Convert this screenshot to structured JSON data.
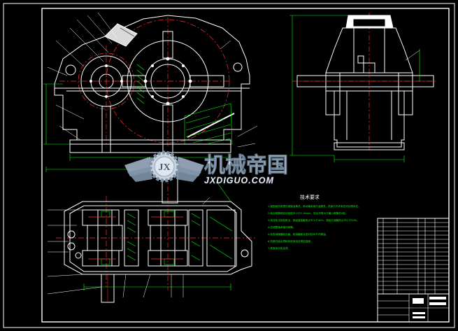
{
  "watermark": {
    "logo_mark": "JX",
    "name_cn": "机械帝国",
    "domain": "JXDIGUO.COM"
  },
  "notes": {
    "title": "技术要求",
    "lines": [
      "1.装配前所有零件用煤油清洗，滚动轴承用汽油清洗，机体内不许有任何杂物存在。",
      "2.啮合侧隙用铅丝检验不小于0.16mm，铅丝不得大于最小侧隙的4倍。",
      "3.用涂色法检验斑点，按齿高接触斑点不小于40%，按齿长接触斑点不小于50%。",
      "4.应调整轴承轴向间隙。",
      "5.检查减速器剖分面、各接触面及密封处均不许漏油。",
      "6.机座内装全损耗系统用油至规定高度。",
      "7.表面涂灰色油漆。"
    ]
  },
  "colors": {
    "background": "#000000",
    "outline": "#ffffff",
    "center_line": "#ff3030",
    "dimension": "#00ff00",
    "hatch": "#00ff00",
    "leader": "#ffffff",
    "watermark_metal": "#b9c7d6",
    "watermark_text": "#ffffff"
  }
}
